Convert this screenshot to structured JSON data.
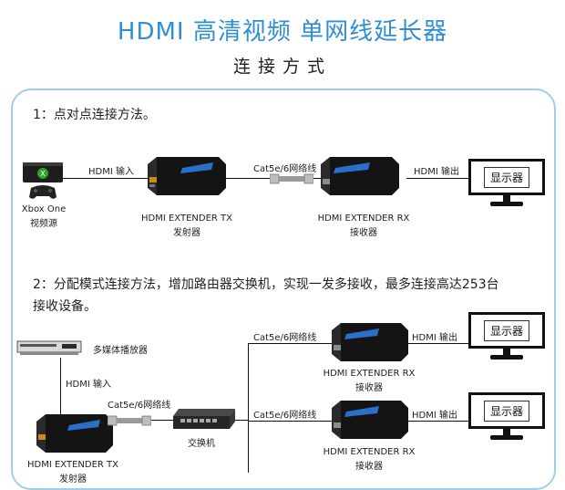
{
  "header": {
    "title": "HDMI 高清视频 单网线延长器",
    "subtitle": "连接方式"
  },
  "section1": {
    "heading": "1：点对点连接方法。",
    "source_name": "Xbox One",
    "source_sub": "视频源",
    "hdmi_in": "HDMI 输入",
    "tx_name": "HDMI EXTENDER TX",
    "tx_sub": "发射器",
    "cable": "Cat5e/6网络线",
    "rx_name": "HDMI EXTENDER RX",
    "rx_sub": "接收器",
    "hdmi_out": "HDMI 输出",
    "monitor": "显示器"
  },
  "section2": {
    "heading_line1": "2：分配模式连接方法，增加路由器交换机，实现一发多接收，最多连接高达253台",
    "heading_line2": "接收设备。",
    "player": "多媒体播放器",
    "hdmi_in": "HDMI 输入",
    "cable_tx": "Cat5e/6网络线",
    "switch": "交换机",
    "tx_name": "HDMI EXTENDER TX",
    "tx_sub": "发射器",
    "cable_rx1": "Cat5e/6网络线",
    "rx1_name": "HDMI EXTENDER RX",
    "rx1_sub": "接收器",
    "hdmi_out1": "HDMI 输出",
    "monitor1": "显示器",
    "cable_rx2": "Cat5e/6网络线",
    "rx2_name": "HDMI EXTENDER RX",
    "rx2_sub": "接收器",
    "hdmi_out2": "HDMI 输出",
    "monitor2": "显示器"
  },
  "colors": {
    "title_blue": "#2f8fd5",
    "frame_blue": "#9fcdee",
    "device_black": "#141414",
    "logo_blue": "#2a6fc9"
  }
}
